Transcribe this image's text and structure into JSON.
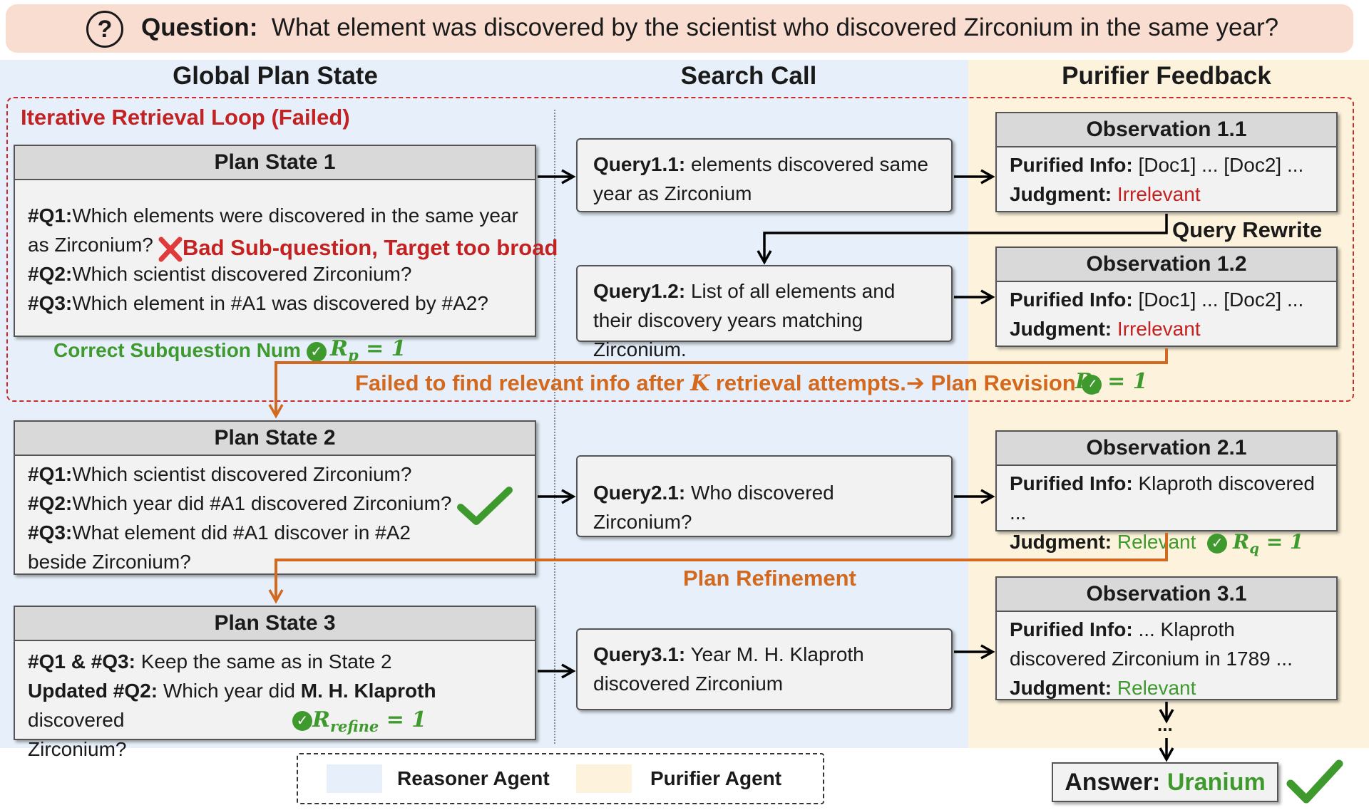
{
  "question": {
    "icon": "question-circle-icon",
    "icon_text": "?",
    "label": "Question",
    "text": "What element was discovered by the scientist who discovered Zirconium in the same year?"
  },
  "columns": {
    "plan": "Global Plan State",
    "search": "Search Call",
    "purifier": "Purifier Feedback"
  },
  "loop": {
    "title": "Iterative Retrieval Loop (Failed)",
    "plan_reward_label": "Correct Subquestion Num",
    "plan_reward": "R_p = 1",
    "revision_text_1": "Failed to find relevant info after",
    "revision_k": "K",
    "revision_text_2": "retrieval attempts.➔ Plan Revision",
    "revision_reward": "R_t = 1",
    "query_rewrite": "Query Rewrite"
  },
  "plan1": {
    "title": "Plan State 1",
    "q1_label": "#Q1:",
    "q1_text": "Which elements were discovered in the same year as Zirconium?",
    "q1_flag": "Bad Sub-question, Target too broad",
    "q2_label": "#Q2:",
    "q2_text": "Which scientist discovered Zirconium?",
    "q3_label": "#Q3:",
    "q3_text": "Which element in #A1 was discovered by #A2?"
  },
  "plan2": {
    "title": "Plan State 2",
    "q1_label": "#Q1:",
    "q1_text": "Which scientist discovered Zirconium?",
    "q2_label": "#Q2:",
    "q2_text": "Which year did #A1 discovered Zirconium?",
    "q3_label": "#Q3:",
    "q3_text": "What element did #A1 discover in #A2 beside Zirconium?"
  },
  "plan3": {
    "title": "Plan State 3",
    "l1_label": "#Q1 & #Q3:",
    "l1_text": "Keep the same as in State 2",
    "l2_label": "Updated #Q2:",
    "l2_text_a": "Which year did",
    "l2_name": "M. H. Klaproth",
    "l2_text_b": "discovered",
    "l3_text": "Zirconium?",
    "reward": "R_refine = 1"
  },
  "queries": [
    {
      "label": "Query1.1:",
      "text": "elements discovered same year as Zirconium"
    },
    {
      "label": "Query1.2:",
      "text": "List of all elements and their discovery years matching Zirconium."
    },
    {
      "label": "Query2.1:",
      "text": "Who discovered Zirconium?"
    },
    {
      "label": "Query3.1:",
      "text": "Year M. H. Klaproth discovered Zirconium"
    }
  ],
  "observations": [
    {
      "title": "Observation 1.1",
      "info_label": "Purified Info:",
      "info": "[Doc1] ... [Doc2] ...",
      "judgment_label": "Judgment:",
      "judgment": "Irrelevant"
    },
    {
      "title": "Observation 1.2",
      "info_label": "Purified Info:",
      "info": "[Doc1] ... [Doc2] ...",
      "judgment_label": "Judgment:",
      "judgment": "Irrelevant"
    },
    {
      "title": "Observation 2.1",
      "info_label": "Purified Info:",
      "info": "Klaproth discovered ...",
      "judgment_label": "Judgment:",
      "judgment": "Relevant",
      "reward": "R_q = 1"
    },
    {
      "title": "Observation 3.1",
      "info_label": "Purified Info:",
      "info": "... Klaproth discovered Zirconium in 1789 ...",
      "judgment_label": "Judgment:",
      "judgment": "Relevant"
    }
  ],
  "refinement": "Plan Refinement",
  "ellipsis": "...",
  "legend": {
    "reasoner": "Reasoner Agent",
    "purifier": "Purifier Agent"
  },
  "answer": {
    "label": "Answer:",
    "value": "Uranium"
  },
  "colors": {
    "reasoner_bg": "#e7f0fa",
    "purifier_bg": "#fdf3dc",
    "question_bg": "#f9ddd0",
    "failed_red": "#c42222",
    "success_green": "#3f9a2e",
    "flow_orange": "#d2691e"
  }
}
